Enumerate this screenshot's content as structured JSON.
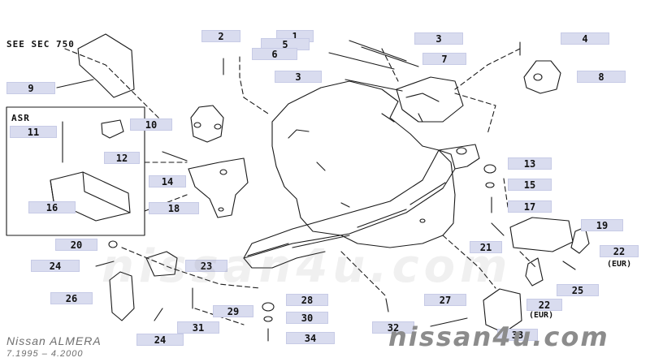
{
  "reference_text": "SEE SEC 750",
  "asr_label": "ASR",
  "eur_label": "(EUR)",
  "footer": {
    "model": "Nissan ALMERA",
    "years": "7.1995 – 4.2000"
  },
  "watermark": "nissan4u.com",
  "callouts": [
    "1",
    "2",
    "3",
    "4",
    "5",
    "6",
    "7",
    "8",
    "9",
    "10",
    "11",
    "12",
    "13",
    "14",
    "15",
    "16",
    "17",
    "18",
    "19",
    "20",
    "21",
    "22",
    "23",
    "24",
    "25",
    "26",
    "27",
    "28",
    "29",
    "30",
    "31",
    "32",
    "33",
    "34"
  ]
}
